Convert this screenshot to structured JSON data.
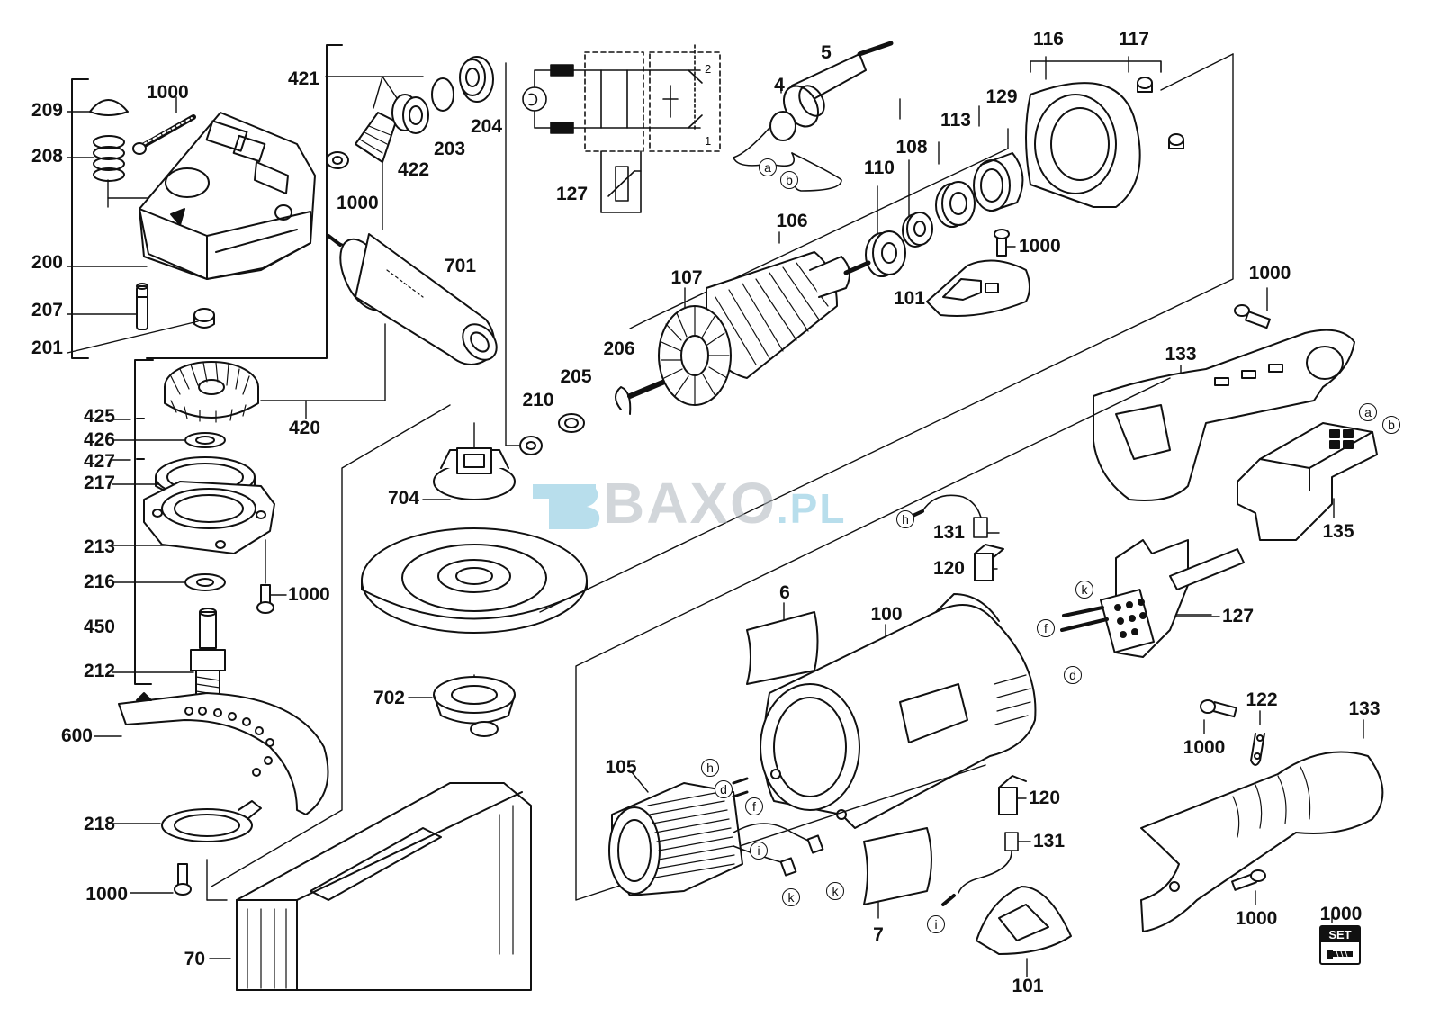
{
  "watermark": {
    "brand": "BAXO",
    "suffix": ".PL"
  },
  "set_badge": {
    "label": "SET"
  },
  "part_labels": [
    {
      "id": "p209",
      "text": "209"
    },
    {
      "id": "p208",
      "text": "208"
    },
    {
      "id": "p200",
      "text": "200"
    },
    {
      "id": "p207",
      "text": "207"
    },
    {
      "id": "p201",
      "text": "201"
    },
    {
      "id": "p1000a",
      "text": "1000"
    },
    {
      "id": "p421",
      "text": "421"
    },
    {
      "id": "p422",
      "text": "422"
    },
    {
      "id": "p203",
      "text": "203"
    },
    {
      "id": "p204",
      "text": "204"
    },
    {
      "id": "p1000b",
      "text": "1000"
    },
    {
      "id": "p127a",
      "text": "127"
    },
    {
      "id": "p701",
      "text": "701"
    },
    {
      "id": "p420",
      "text": "420"
    },
    {
      "id": "p425",
      "text": "425"
    },
    {
      "id": "p426",
      "text": "426"
    },
    {
      "id": "p427",
      "text": "427"
    },
    {
      "id": "p217",
      "text": "217"
    },
    {
      "id": "p213",
      "text": "213"
    },
    {
      "id": "p216",
      "text": "216"
    },
    {
      "id": "p1000c",
      "text": "1000"
    },
    {
      "id": "p450",
      "text": "450"
    },
    {
      "id": "p212",
      "text": "212"
    },
    {
      "id": "p600",
      "text": "600"
    },
    {
      "id": "p218",
      "text": "218"
    },
    {
      "id": "p1000d",
      "text": "1000"
    },
    {
      "id": "p70",
      "text": "70"
    },
    {
      "id": "p704",
      "text": "704"
    },
    {
      "id": "p702",
      "text": "702"
    },
    {
      "id": "p5",
      "text": "5"
    },
    {
      "id": "p4",
      "text": "4"
    },
    {
      "id": "p116",
      "text": "116"
    },
    {
      "id": "p117",
      "text": "117"
    },
    {
      "id": "p129",
      "text": "129"
    },
    {
      "id": "p113",
      "text": "113"
    },
    {
      "id": "p108",
      "text": "108"
    },
    {
      "id": "p110",
      "text": "110"
    },
    {
      "id": "p106",
      "text": "106"
    },
    {
      "id": "p107",
      "text": "107"
    },
    {
      "id": "p1000e",
      "text": "1000"
    },
    {
      "id": "p101a",
      "text": "101"
    },
    {
      "id": "p206",
      "text": "206"
    },
    {
      "id": "p205",
      "text": "205"
    },
    {
      "id": "p210",
      "text": "210"
    },
    {
      "id": "p1000f",
      "text": "1000"
    },
    {
      "id": "p133a",
      "text": "133"
    },
    {
      "id": "p135",
      "text": "135"
    },
    {
      "id": "p131a",
      "text": "131"
    },
    {
      "id": "p120a",
      "text": "120"
    },
    {
      "id": "p127b",
      "text": "127"
    },
    {
      "id": "p6",
      "text": "6"
    },
    {
      "id": "p100",
      "text": "100"
    },
    {
      "id": "p105",
      "text": "105"
    },
    {
      "id": "p120b",
      "text": "120"
    },
    {
      "id": "p131b",
      "text": "131"
    },
    {
      "id": "p7",
      "text": "7"
    },
    {
      "id": "p101b",
      "text": "101"
    },
    {
      "id": "p122",
      "text": "122"
    },
    {
      "id": "p133b",
      "text": "133"
    },
    {
      "id": "p1000g",
      "text": "1000"
    },
    {
      "id": "p1000h",
      "text": "1000"
    },
    {
      "id": "p1000i",
      "text": "1000"
    }
  ],
  "wire_markers": [
    {
      "id": "wa1",
      "text": "a"
    },
    {
      "id": "wb1",
      "text": "b"
    },
    {
      "id": "wa2",
      "text": "a"
    },
    {
      "id": "wb2",
      "text": "b"
    },
    {
      "id": "wh1",
      "text": "h"
    },
    {
      "id": "wk1",
      "text": "k"
    },
    {
      "id": "wf1",
      "text": "f"
    },
    {
      "id": "wd1",
      "text": "d"
    },
    {
      "id": "wh2",
      "text": "h"
    },
    {
      "id": "wd2",
      "text": "d"
    },
    {
      "id": "wf2",
      "text": "f"
    },
    {
      "id": "wi1",
      "text": "i"
    },
    {
      "id": "wk2",
      "text": "k"
    },
    {
      "id": "wk3",
      "text": "k"
    },
    {
      "id": "wi2",
      "text": "i"
    }
  ],
  "schematic_terminals": [
    {
      "id": "t2",
      "text": "2"
    },
    {
      "id": "t1",
      "text": "1"
    }
  ]
}
